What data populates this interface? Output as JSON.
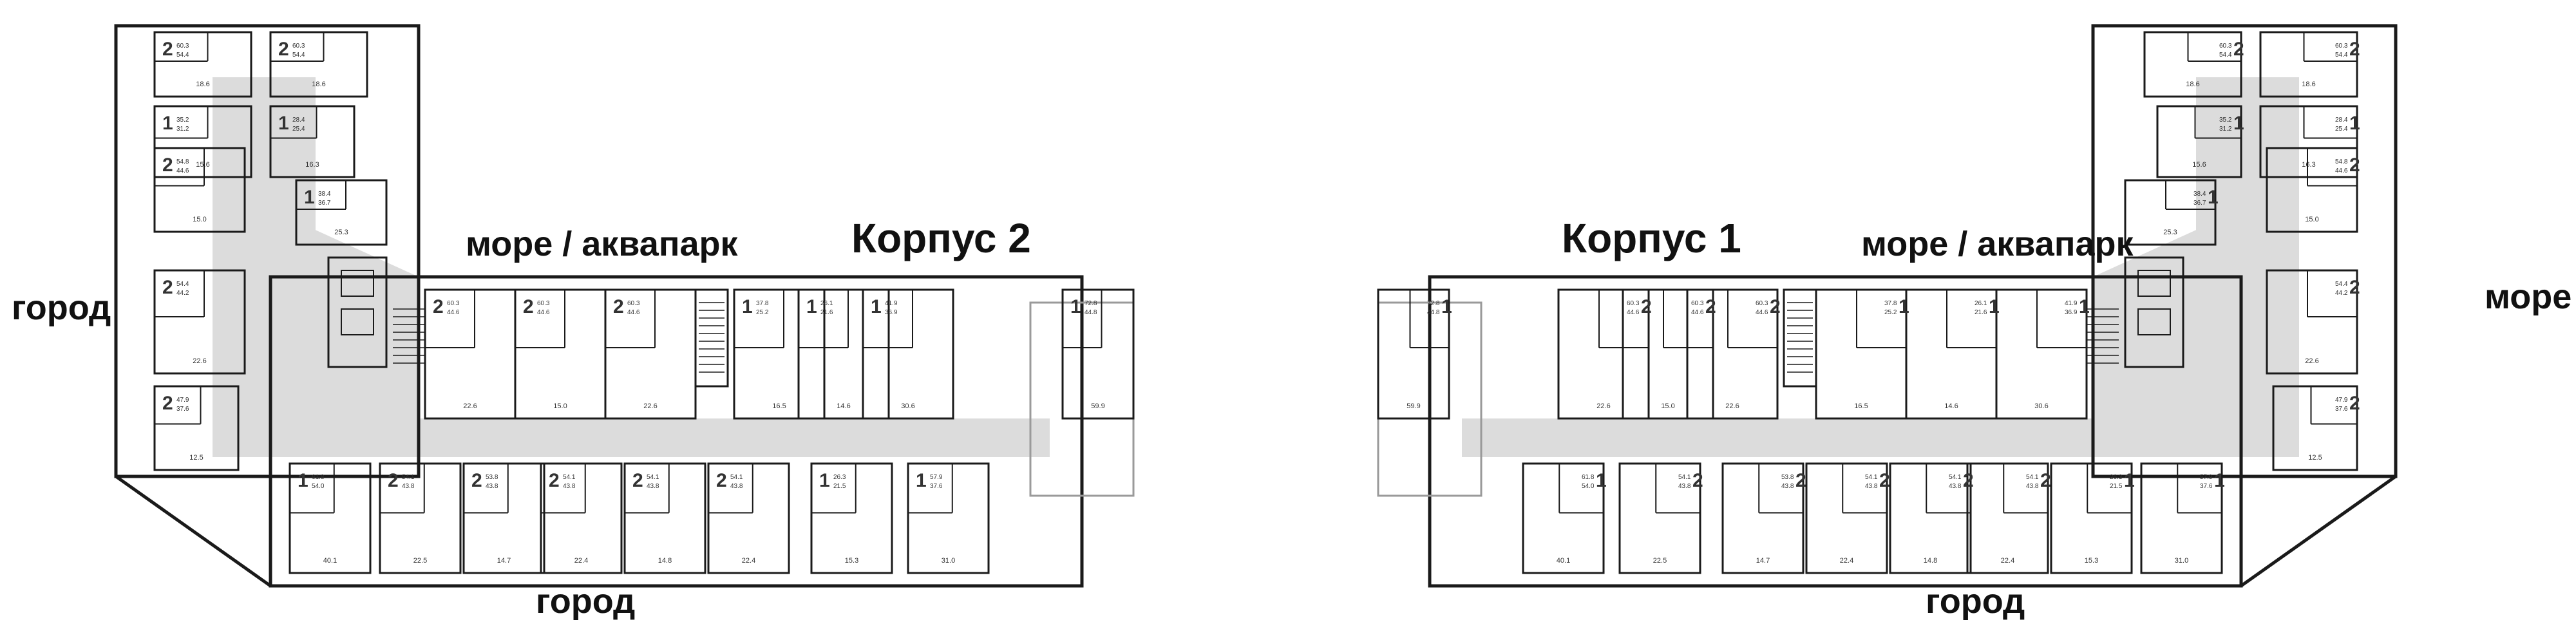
{
  "labels": {
    "korpus2": "Корпус 2",
    "korpus1": "Корпус 1",
    "sea_left": "море / аквапарк",
    "sea_right": "море / аквапарк",
    "city_left": "город",
    "city_bottom_left": "город",
    "city_bottom_right": "город",
    "sea_far_right": "море"
  },
  "building2": {
    "top_row": [
      {
        "rooms": "2",
        "area": "60.3 / 44.6",
        "sq": "22.6"
      },
      {
        "rooms": "2",
        "area": "60.3 / 44.6",
        "sq": "15.0"
      },
      {
        "rooms": "2",
        "area": "60.3 / 44.6",
        "sq": "22.6"
      },
      {
        "rooms": "1",
        "area": "37.8 / 25.2",
        "sq": "16.5"
      },
      {
        "rooms": "1",
        "area": "26.1 / 21.6",
        "sq": "14.6"
      },
      {
        "rooms": "1",
        "area": "41.9 / 36.9",
        "sq": "30.6"
      },
      {
        "rooms": "1",
        "area": "72.8 / 44.8",
        "sq": "59.9"
      }
    ],
    "bottom_row": [
      {
        "rooms": "1",
        "area": "61.8 / 54.0",
        "sq": "40.1"
      },
      {
        "rooms": "2",
        "area": "54.1 / 43.8",
        "sq": "22.5"
      },
      {
        "rooms": "2",
        "area": "53.8 / 43.8",
        "sq": "14.7"
      },
      {
        "rooms": "2",
        "area": "54.1 / 43.8",
        "sq": "22.4"
      },
      {
        "rooms": "2",
        "area": "54.1 / 43.8",
        "sq": "14.8"
      },
      {
        "rooms": "2",
        "area": "54.1 / 43.8",
        "sq": "22.4"
      },
      {
        "rooms": "1",
        "area": "26.3 / 21.5",
        "sq": "15.3"
      },
      {
        "rooms": "1",
        "area": "57.9 / 37.6",
        "sq": "31.0"
      }
    ],
    "wing": [
      {
        "rooms": "2",
        "area": "60.3 / 54.4",
        "sq": "18.6"
      },
      {
        "rooms": "2",
        "area": "60.3 / 54.4",
        "sq": "18.6"
      },
      {
        "rooms": "1",
        "area": "35.2 / 31.2",
        "sq": "15.6"
      },
      {
        "rooms": "1",
        "area": "28.4 / 25.4",
        "sq": "16.3"
      },
      {
        "rooms": "2",
        "area": "54.8 / 44.6",
        "sq": "15.0"
      },
      {
        "rooms": "1",
        "area": "38.4 / 36.7",
        "sq": "25.3"
      },
      {
        "rooms": "2",
        "area": "54.4 / 44.2",
        "sq": "22.6"
      },
      {
        "rooms": "2",
        "area": "47.9 / 37.6",
        "sq": "12.5"
      }
    ]
  },
  "building1": {
    "top_row": [
      {
        "rooms": "1",
        "area": "41.9 / 36.9",
        "sq": "30.6"
      },
      {
        "rooms": "1",
        "area": "26.1 / 21.6",
        "sq": "14.6"
      },
      {
        "rooms": "1",
        "area": "37.8 / 25.2",
        "sq": "16.5"
      },
      {
        "rooms": "2",
        "area": "60.3 / 44.6",
        "sq": "22.6"
      },
      {
        "rooms": "2",
        "area": "60.3 / 44.6",
        "sq": "15.0"
      },
      {
        "rooms": "2",
        "area": "60.3 / 44.6",
        "sq": "22.6"
      },
      {
        "rooms": "1",
        "area": "72.8 / 44.8",
        "sq": "59.9"
      }
    ],
    "bottom_row": [
      {
        "rooms": "1",
        "area": "57.9 / 37.6",
        "sq": "31.0"
      },
      {
        "rooms": "1",
        "area": "26.3 / 21.5",
        "sq": "15.3"
      },
      {
        "rooms": "2",
        "area": "54.1 / 43.8",
        "sq": "22.4"
      },
      {
        "rooms": "2",
        "area": "54.1 / 43.8",
        "sq": "14.8"
      },
      {
        "rooms": "2",
        "area": "54.1 / 43.8",
        "sq": "22.4"
      },
      {
        "rooms": "2",
        "area": "53.8 / 43.8",
        "sq": "14.7"
      },
      {
        "rooms": "2",
        "area": "54.1 / 43.8",
        "sq": "22.5"
      },
      {
        "rooms": "1",
        "area": "61.8 / 54.0",
        "sq": "40.1"
      }
    ],
    "wing": [
      {
        "rooms": "2",
        "area": "60.3 / 54.4",
        "sq": "18.6"
      },
      {
        "rooms": "2",
        "area": "60.3 / 54.4",
        "sq": "18.6"
      },
      {
        "rooms": "1",
        "area": "28.4 / 25.4",
        "sq": "16.3"
      },
      {
        "rooms": "1",
        "area": "35.2 / 31.2",
        "sq": "15.6"
      },
      {
        "rooms": "2",
        "area": "54.8 / 44.6",
        "sq": "15.0"
      },
      {
        "rooms": "1",
        "area": "38.4 / 36.7",
        "sq": "25.3"
      },
      {
        "rooms": "2",
        "area": "54.4 / 44.2",
        "sq": "22.6"
      },
      {
        "rooms": "2",
        "area": "47.9 / 37.6",
        "sq": "12.5"
      }
    ]
  },
  "colors": {
    "wall": "#1a1a1a",
    "corridor": "#dcdcdc",
    "balcony": "#9a9a9a",
    "text": "#111111"
  }
}
